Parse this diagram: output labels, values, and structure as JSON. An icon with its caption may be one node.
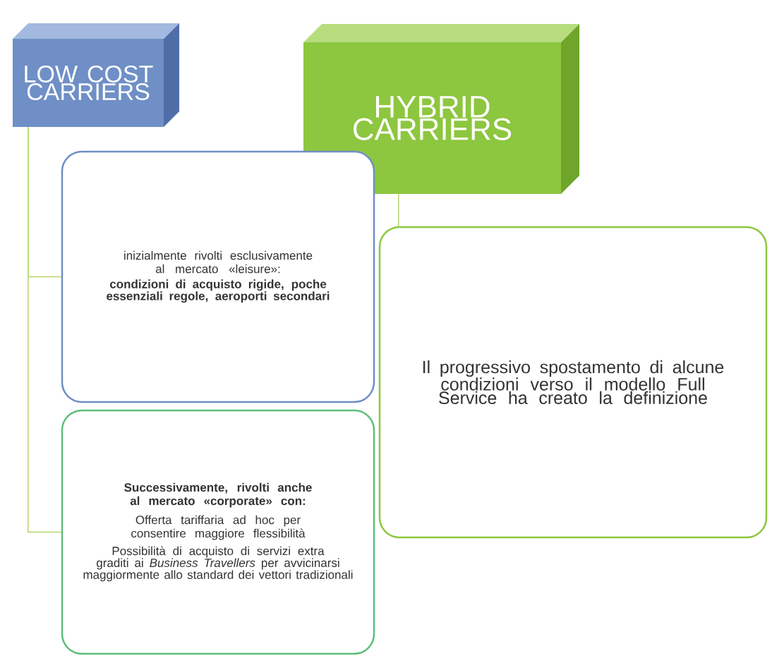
{
  "diagram": {
    "nodes": [
      {
        "text": [
          "LOW COST CARRIERS"
        ]
      },
      {
        "text": [
          "HYBRID CARRIERS"
        ]
      },
      {
        "text": [
          "inizialmente rivolti esclusivamente al mercato «leisure»:",
          "condizioni di acquisto rigide, poche essenziali regole, aeroporti secondari"
        ]
      },
      {
        "text": [
          "Successivamente, rivolti anche al mercato «corporate» con:",
          "Offerta tariffaria ad hoc per consentire maggiore flessibilità",
          "Possibilità di acquisto di servizi extra graditi ai *Business Travellers* per avvicinarsi maggiormente allo standard dei vettori tradizionali"
        ]
      },
      {
        "text": [
          "Il progressivo spostamento di alcune condizioni verso il modello Full Service ha creato la definizione"
        ]
      }
    ],
    "edges": [
      {
        "from": 0,
        "to": 2,
        "arrow": "none"
      },
      {
        "from": 0,
        "to": 3,
        "arrow": "none"
      },
      {
        "from": 1,
        "to": 4,
        "arrow": "none"
      }
    ]
  }
}
